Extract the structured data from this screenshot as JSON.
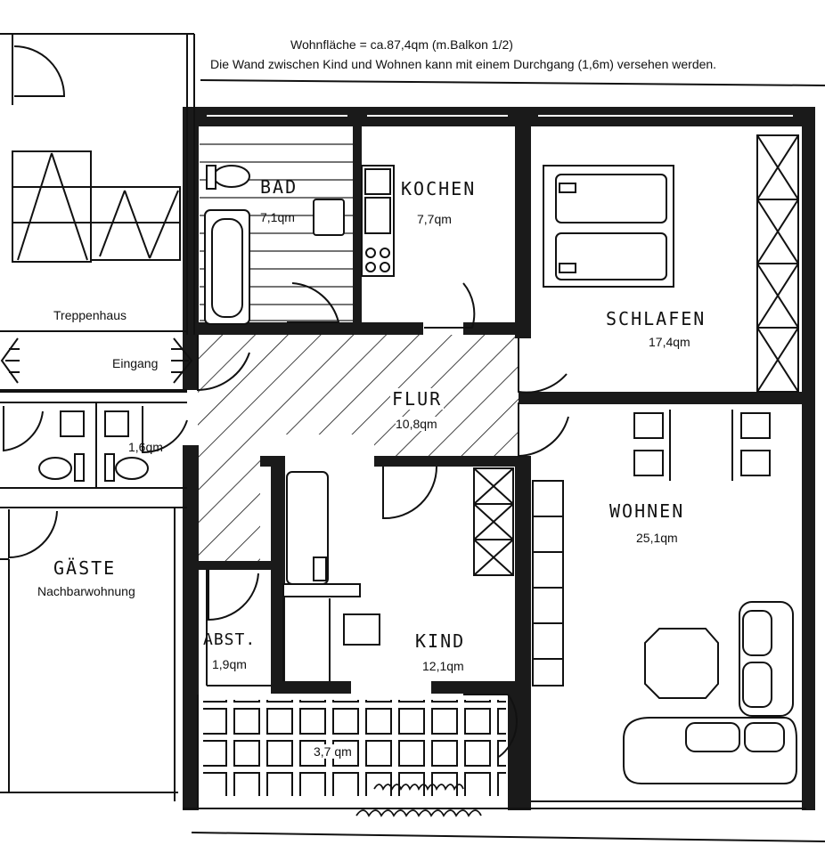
{
  "header": {
    "line1": "Wohnfläche = ca.87,4qm (m.Balkon 1/2)",
    "line2": "Die Wand zwischen Kind und Wohnen kann mit einem Durchgang (1,6m) versehen werden."
  },
  "rooms": {
    "bad": {
      "name": "BAD",
      "area": "7,1qm"
    },
    "kochen": {
      "name": "KOCHEN",
      "area": "7,7qm"
    },
    "schlafen": {
      "name": "SCHLAFEN",
      "area": "17,4qm"
    },
    "flur": {
      "name": "FLUR",
      "area": "10,8qm"
    },
    "wohnen": {
      "name": "WOHNEN",
      "area": "25,1qm"
    },
    "kind": {
      "name": "KIND",
      "area": "12,1qm"
    },
    "abst": {
      "name": "ABST.",
      "area": "1,9qm"
    },
    "wc": {
      "area": "1,6qm"
    },
    "balkon": {
      "area": "3,7 qm"
    },
    "gaeste": {
      "name": "GÄSTE",
      "note": "Nachbarwohnung"
    }
  },
  "labels": {
    "treppenhaus": "Treppenhaus",
    "eingang": "Eingang"
  }
}
